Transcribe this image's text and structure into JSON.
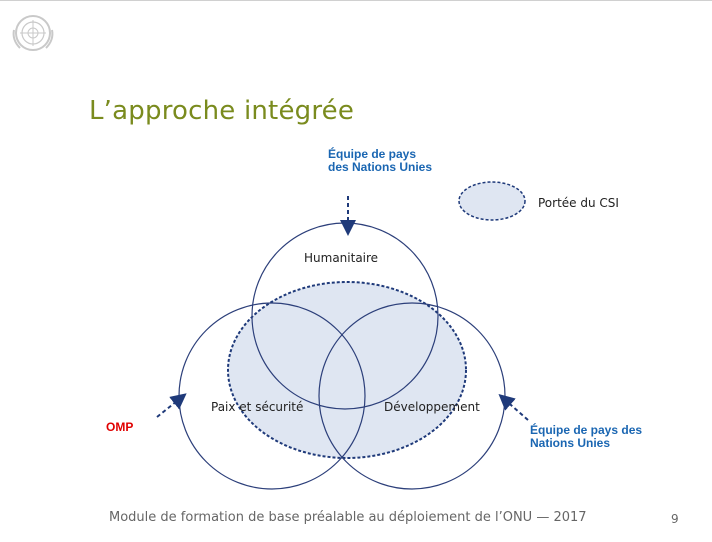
{
  "slide": {
    "title": "L’approche intégrée",
    "footer": "Module de formation de base préalable au déploiement de l’ONU — 2017",
    "page_number": "9"
  },
  "diagram": {
    "circles": {
      "humanitarian": "Humanitaire",
      "peace_security": "Paix et sécurité",
      "development": "Développement"
    },
    "callouts": {
      "top": "Équipe de pays des Nations Unies",
      "right": "Équipe de pays des Nations Unies",
      "left": "OMP"
    },
    "legend": {
      "label": "Portée du CSI"
    },
    "colors": {
      "circle_stroke": "#2c3f7a",
      "scope_fill": "#dfe6f2",
      "arrow": "#1f3a7a",
      "callout_blue": "#1a66b2",
      "callout_red": "#e00000",
      "title_green": "#7a8b1e"
    }
  }
}
